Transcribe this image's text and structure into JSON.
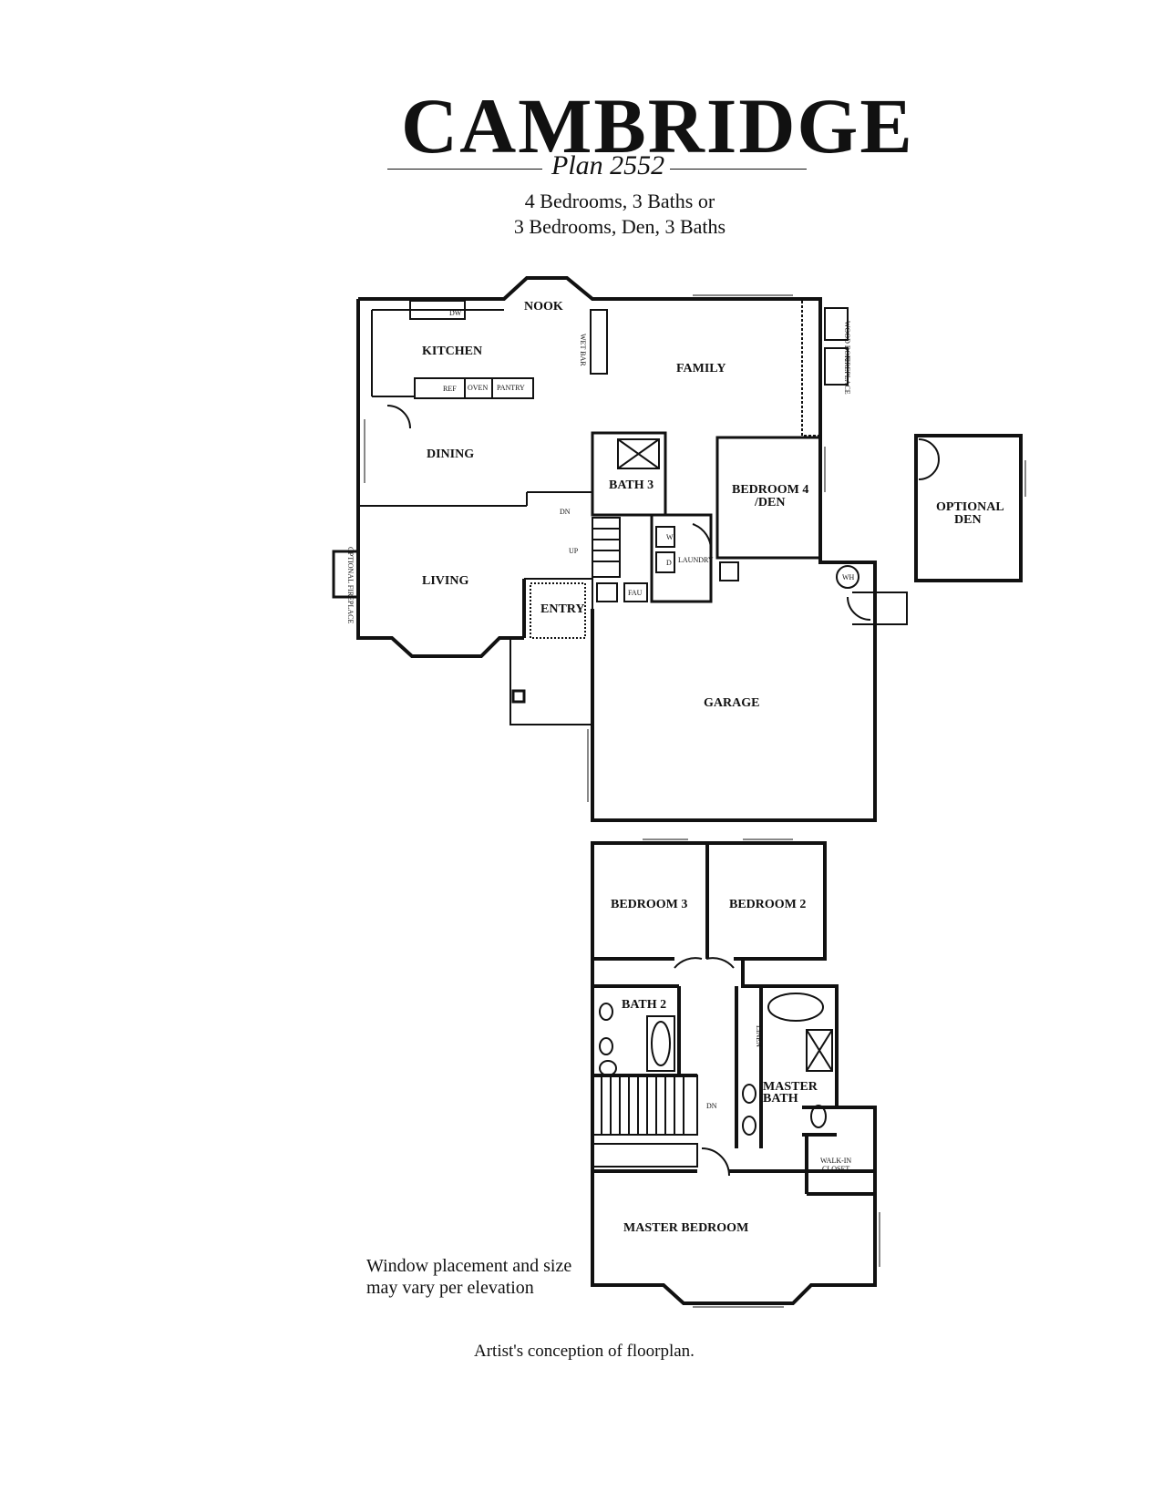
{
  "title": "CAMBRIDGE",
  "plan": "Plan 2552",
  "subtitle_1": "4 Bedrooms, 3 Baths or",
  "subtitle_2": "3 Bedrooms, Den, 3 Baths",
  "note_1": "Window placement and size",
  "note_2": "may vary per elevation",
  "footer": "Artist's conception of floorplan.",
  "rooms": {
    "nook": "NOOK",
    "kitchen": "KITCHEN",
    "family": "FAMILY",
    "dining": "DINING",
    "bath3": "BATH 3",
    "bedroom4_a": "BEDROOM 4",
    "bedroom4_b": "/DEN",
    "optional_den_a": "OPTIONAL",
    "optional_den_b": "DEN",
    "living": "LIVING",
    "entry": "ENTRY",
    "laundry": "LAUNDRY",
    "garage": "GARAGE",
    "bedroom3": "BEDROOM 3",
    "bedroom2": "BEDROOM 2",
    "bath2": "BATH 2",
    "master_bath_a": "MASTER",
    "master_bath_b": "BATH",
    "walk_in_a": "WALK-IN",
    "walk_in_b": "CLOSET",
    "master_bedroom": "MASTER BEDROOM"
  },
  "fixtures": {
    "dw": "DW",
    "wet_bar": "WET BAR",
    "ref": "REF",
    "oven": "OVEN",
    "pantry": "PANTRY",
    "wood_box": "WOOD BOX",
    "fireplace": "FIREPLACE",
    "optional_fireplace": "OPTIONAL FIREPLACE",
    "dn_1": "DN",
    "up": "UP",
    "w": "W",
    "d": "D",
    "fau": "FAU",
    "wh": "WH",
    "linen": "LINEN",
    "dn_2": "DN"
  }
}
